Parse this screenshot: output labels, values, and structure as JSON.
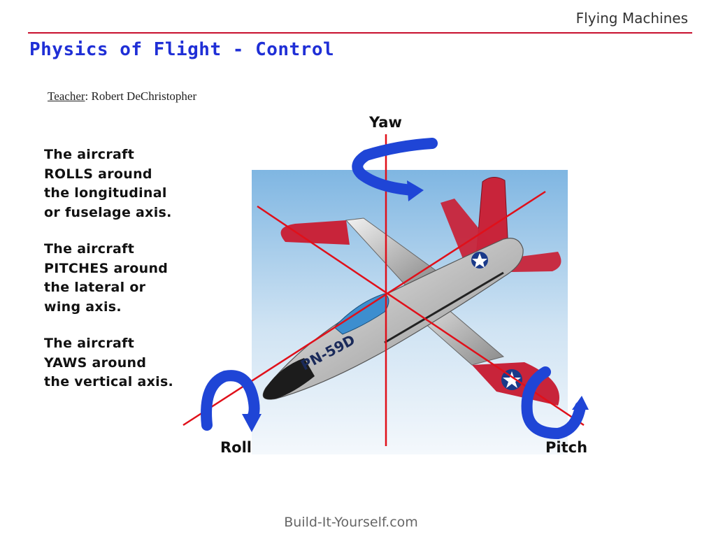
{
  "header": {
    "title": "Flying Machines"
  },
  "slide": {
    "title": "Physics of Flight - Control"
  },
  "credit": {
    "label": "Teacher",
    "name": ": Robert DeChristopher"
  },
  "text": {
    "roll": "The aircraft\nROLLS around\nthe longitudinal\nor fuselage axis.",
    "pitch": "The aircraft\nPITCHES around\nthe lateral or\nwing axis.",
    "yaw": "The aircraft\nYAWS around\nthe vertical axis."
  },
  "figure": {
    "labels": {
      "yaw": "Yaw",
      "roll": "Roll",
      "pitch": "Pitch"
    },
    "aircraft_marking": "PN-59D",
    "colors": {
      "axis": "#e0101a",
      "arrow": "#1f45d6",
      "accent": "#c8102e"
    }
  },
  "footer": {
    "site": "Build-It-Yourself.com"
  }
}
